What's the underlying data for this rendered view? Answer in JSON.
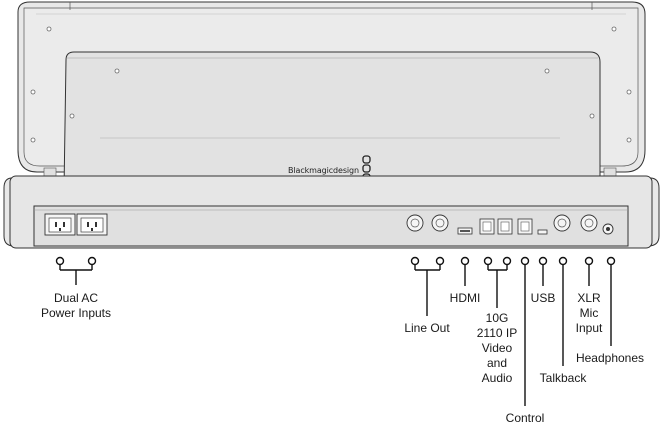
{
  "device": {
    "brand_text": "Blackmagicdesign"
  },
  "connector_labels": [
    {
      "id": "dual-ac-power-inputs",
      "text": "Dual AC\nPower Inputs"
    },
    {
      "id": "line-out",
      "text": "Line Out"
    },
    {
      "id": "hdmi",
      "text": "HDMI"
    },
    {
      "id": "10g-2110-ip",
      "text": "10G\n2110 IP\nVideo\nand\nAudio"
    },
    {
      "id": "control",
      "text": "Control"
    },
    {
      "id": "usb",
      "text": "USB"
    },
    {
      "id": "talkback",
      "text": "Talkback"
    },
    {
      "id": "xlr-mic-input",
      "text": "XLR\nMic\nInput"
    },
    {
      "id": "headphones",
      "text": "Headphones"
    }
  ]
}
